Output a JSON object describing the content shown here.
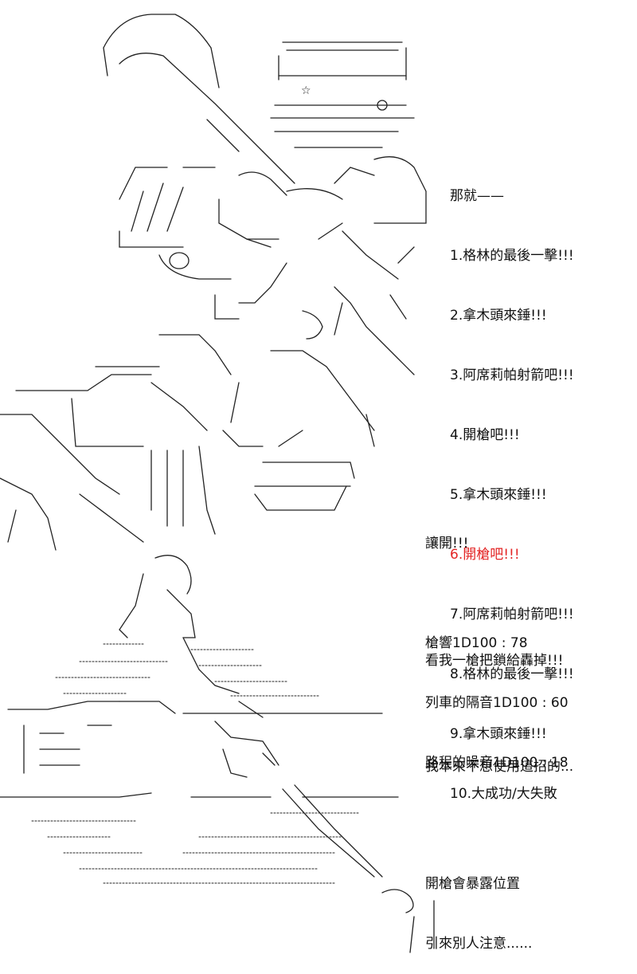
{
  "options": {
    "header": "那就——",
    "items": [
      "1.格林的最後一擊!!!",
      "2.拿木頭來錘!!!",
      "3.阿席莉帕射箭吧!!!",
      "4.開槍吧!!!",
      "5.拿木頭來錘!!!",
      "6.開槍吧!!!",
      "7.阿席莉帕射箭吧!!!",
      "8.格林的最後一擊!!!",
      "9.拿木頭來錘!!!",
      "10.大成功/大失敗"
    ],
    "highlight_color": "#e32626"
  },
  "shout": {
    "line1": "讓開!!!",
    "line2": "看我一槍把鎖給轟掉!!!"
  },
  "rolls": {
    "line1": "槍響1D100 : 78",
    "line2": "列車的隔音1D100 : 60",
    "line3": "路程的噪音1D100 : 18"
  },
  "monologue": {
    "line1": "我本來不想使用這招的...",
    "line2": "開槍會暴露位置",
    "line3": "引來別人注意......"
  }
}
